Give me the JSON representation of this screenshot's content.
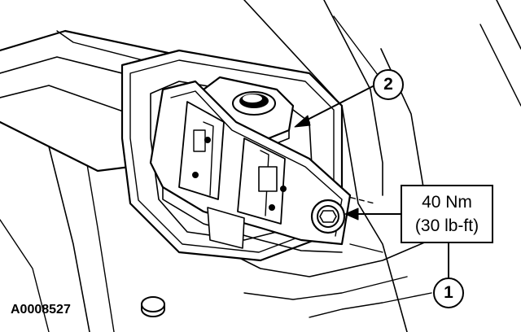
{
  "callouts": {
    "one": "1",
    "two": "2"
  },
  "torque_spec": {
    "metric": "40 Nm",
    "imperial": "(30 lb-ft)"
  },
  "figure_id": "A0008527",
  "colors": {
    "line": "#000000",
    "background": "#ffffff"
  }
}
